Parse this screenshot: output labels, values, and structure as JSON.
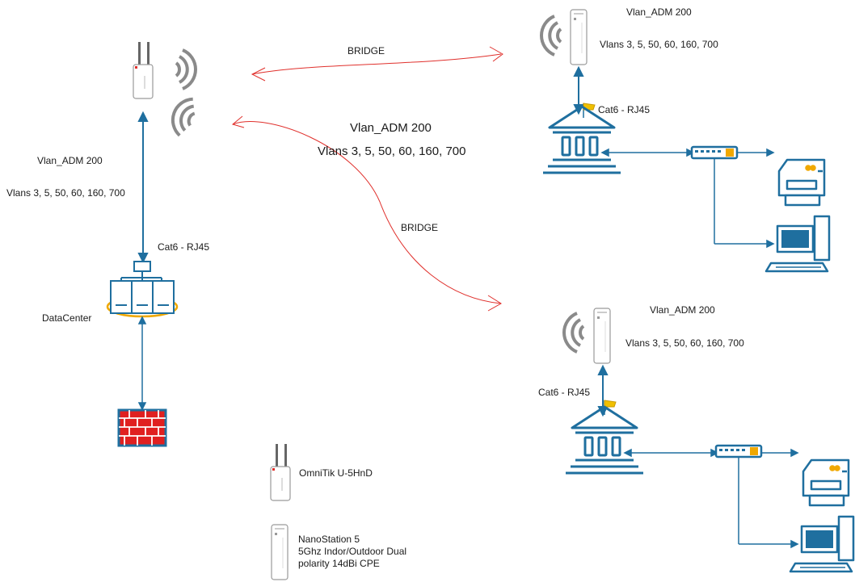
{
  "colors": {
    "link": "#1f6f9f",
    "icon": "#1f6f9f",
    "bridge": "#e0302c",
    "ring": "#f0a800",
    "flag": "#f0c000",
    "firewall": "#e02020"
  },
  "main_ap": {
    "vlan_adm": "Vlan_ADM 200",
    "vlans": "Vlans 3, 5, 50, 60, 160, 700",
    "cable": "Cat6 - RJ45",
    "datacenter": "DataCenter"
  },
  "center_label": {
    "vlan_adm": "Vlan_ADM 200",
    "vlans": "Vlans 3, 5, 50, 60, 160, 700"
  },
  "bridge_top": "BRIDGE",
  "bridge_bottom": "BRIDGE",
  "site_top": {
    "vlan_adm": "Vlan_ADM 200",
    "vlans": "Vlans 3, 5, 50, 60, 160, 700",
    "cable": "Cat6 - RJ45"
  },
  "site_bottom": {
    "vlan_adm": "Vlan_ADM 200",
    "vlans": "Vlans 3, 5, 50, 60, 160, 700",
    "cable": "Cat6 - RJ45"
  },
  "legend": {
    "omnitik": "OmniTik U-5HnD",
    "nanostation_line1": "NanoStation 5",
    "nanostation_line2": "5Ghz Indor/Outdoor Dual",
    "nanostation_line3": "polarity 14dBi CPE"
  }
}
